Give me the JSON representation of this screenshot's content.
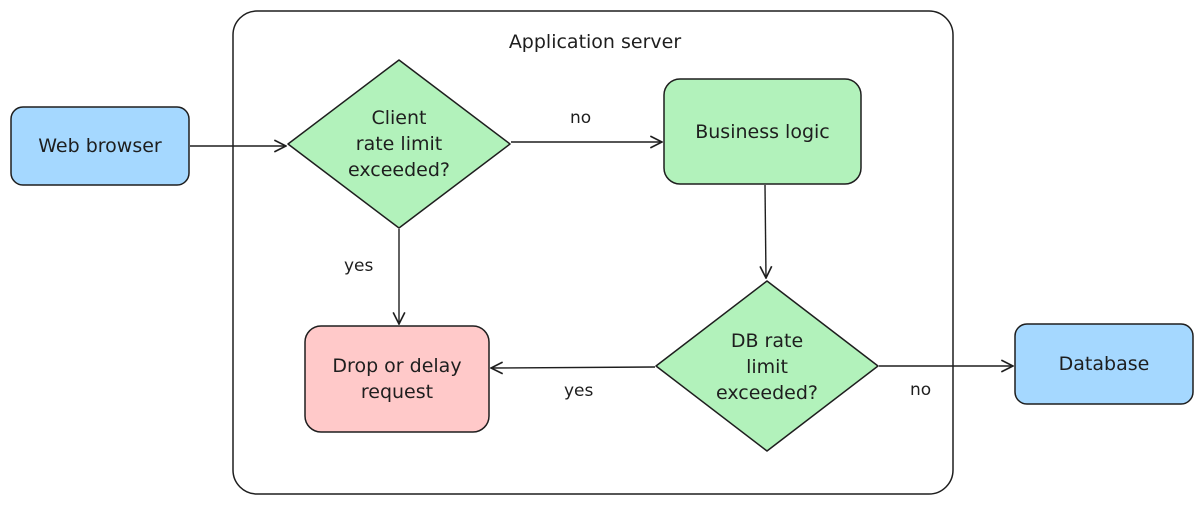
{
  "container": {
    "label": "Application server"
  },
  "nodes": {
    "web_browser": {
      "label": "Web browser",
      "color": "#a5d8ff"
    },
    "client_check": {
      "label": "Client\nrate limit\nexceeded?",
      "color": "#b2f2bb"
    },
    "business_logic": {
      "label": "Business logic",
      "color": "#b2f2bb"
    },
    "db_check": {
      "label": "DB rate\nlimit\nexceeded?",
      "color": "#b2f2bb"
    },
    "drop_delay": {
      "label": "Drop or delay\nrequest",
      "color": "#ffc9c9"
    },
    "database": {
      "label": "Database",
      "color": "#a5d8ff"
    }
  },
  "edges": {
    "client_no": "no",
    "client_yes": "yes",
    "db_yes": "yes",
    "db_no": "no"
  },
  "colors": {
    "stroke": "#1e1e1e",
    "blue": "#a5d8ff",
    "green": "#b2f2bb",
    "red": "#ffc9c9"
  }
}
